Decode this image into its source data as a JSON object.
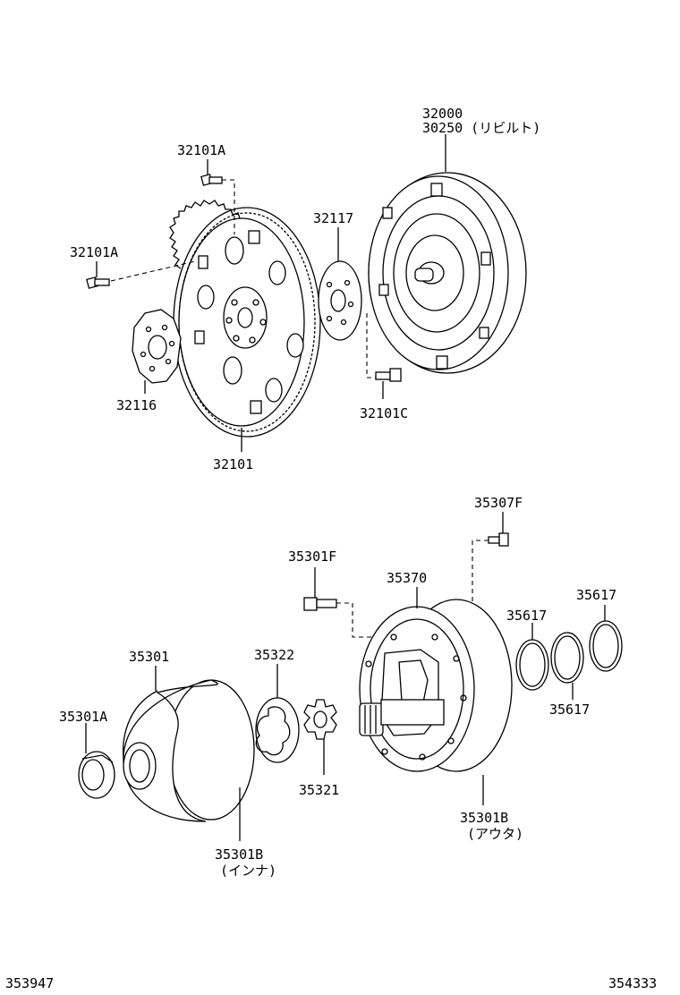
{
  "parts": {
    "p32000": "32000",
    "p30250": "30250 (リビルト)",
    "p32101A_top": "32101A",
    "p32101A_left": "32101A",
    "p32117": "32117",
    "p32116": "32116",
    "p32101C": "32101C",
    "p32101": "32101",
    "p35307F": "35307F",
    "p35301F": "35301F",
    "p35370": "35370",
    "p35617_a": "35617",
    "p35617_b": "35617",
    "p35617_c": "35617",
    "p35301": "35301",
    "p35322": "35322",
    "p35301A": "35301A",
    "p35321": "35321",
    "p35301B_outer": "35301B",
    "p35301B_outer_note": "(アウタ)",
    "p35301B_inner": "35301B",
    "p35301B_inner_note": "(インナ)"
  },
  "footer": {
    "left_code": "353947",
    "right_code": "354333"
  }
}
